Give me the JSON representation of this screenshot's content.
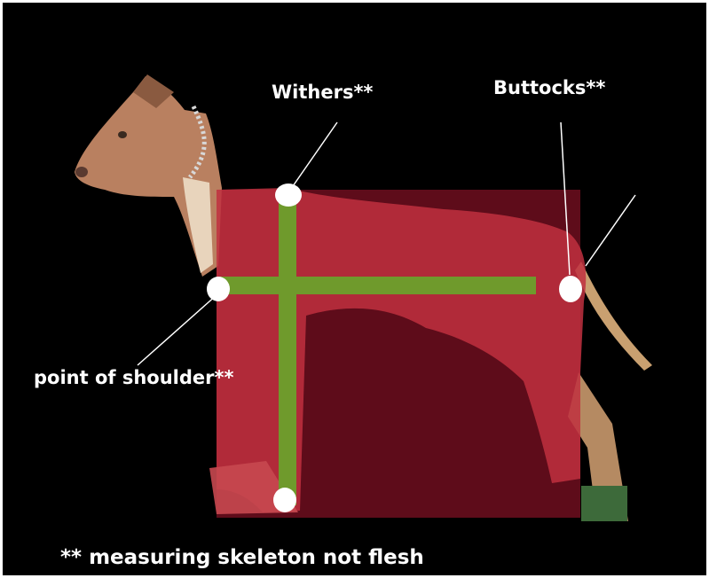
{
  "labels": {
    "withers": "Withers**",
    "buttocks": "Buttocks**",
    "point_of_shoulder": "point of shoulder**",
    "footnote": "** measuring skeleton not flesh"
  },
  "colors": {
    "background": "#000000",
    "frame": "#ffffff",
    "body_overlay": "#c03040",
    "box_dark": "#5e0c1a",
    "measure_bar": "#6f9a2c",
    "marker": "#ffffff",
    "dog_coat": "#b98060",
    "dog_light": "#e8d4bc"
  }
}
